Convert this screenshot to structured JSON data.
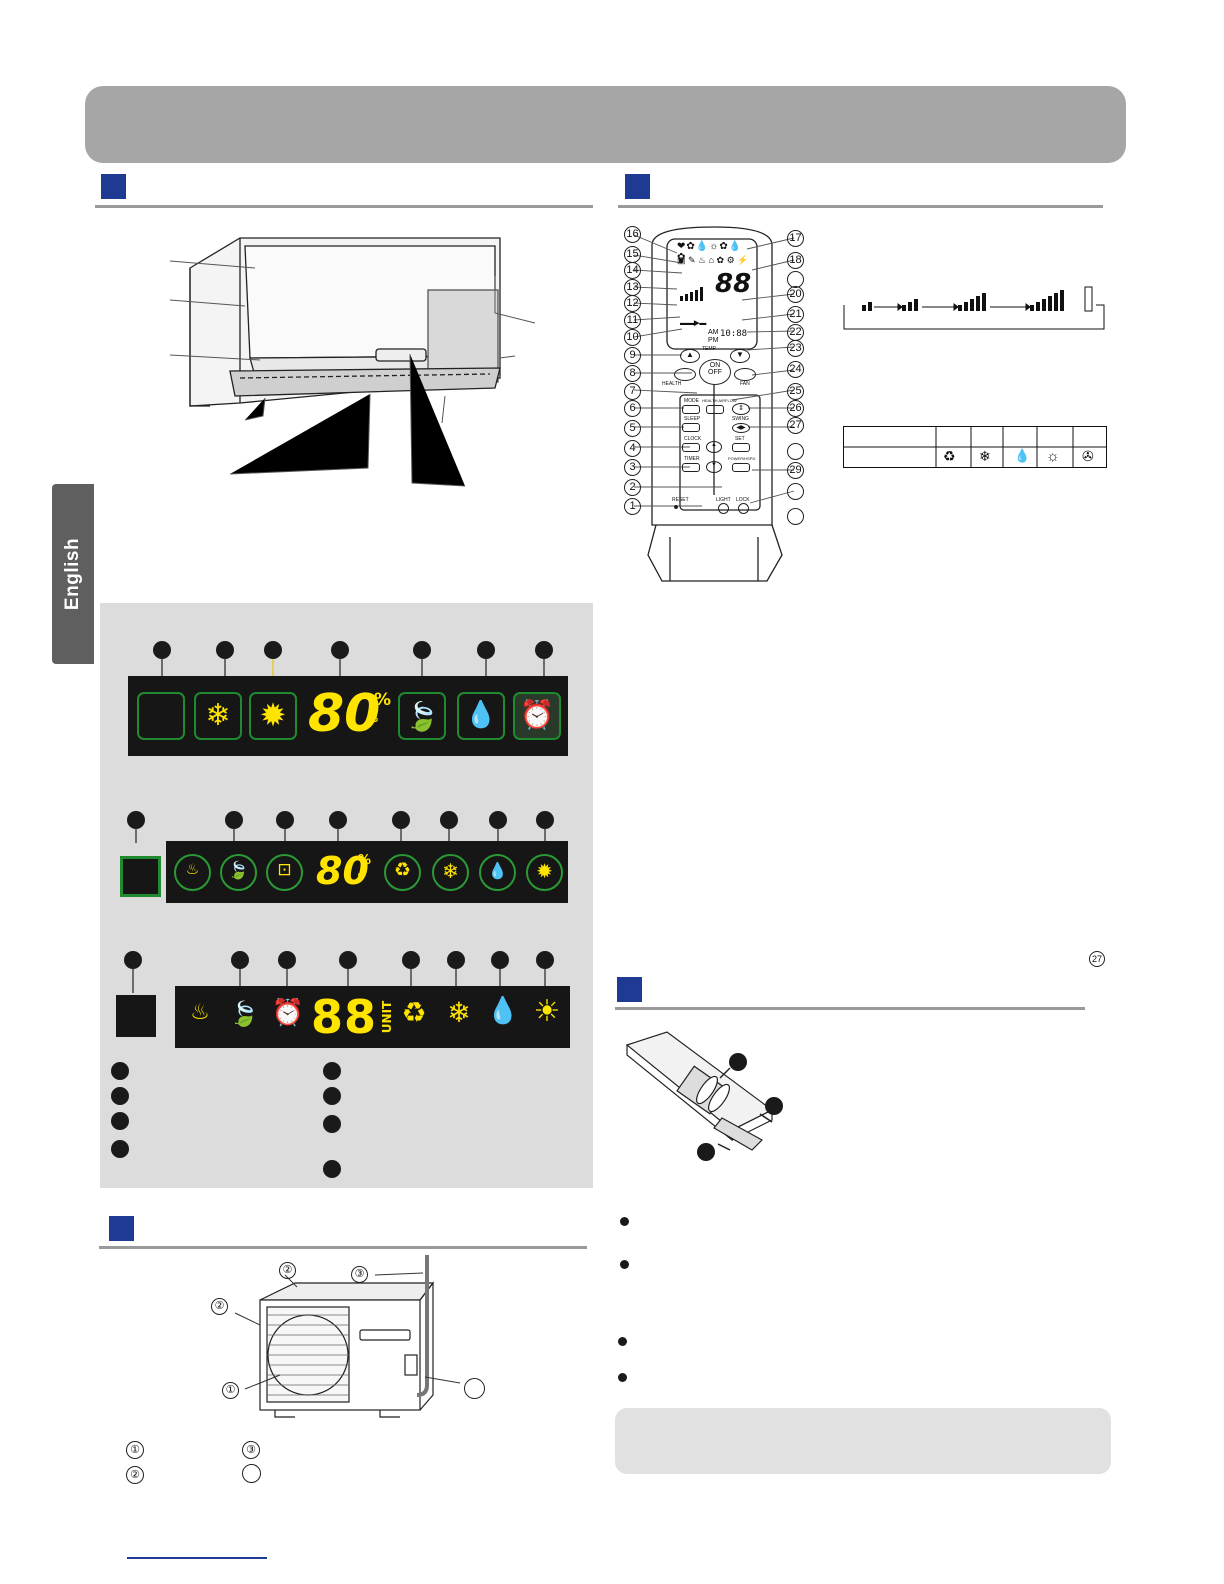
{
  "sidebar": {
    "language_tab": "English"
  },
  "display_panel_1": {
    "readout": "80",
    "percent_sign": "%",
    "degree_sign": "°"
  },
  "display_panel_2": {
    "readout": "80",
    "percent_sign": "%",
    "degree_sign": "°"
  },
  "display_panel_3": {
    "readout": "88",
    "unit_label": "UNIT"
  },
  "remote": {
    "lcd_digits": "88",
    "button_on": "ON",
    "button_off": "OFF",
    "label_temp": "TEMP",
    "label_health": "HEALTH",
    "label_fan": "FAN",
    "label_mode": "MODE",
    "label_health_airflow": "HEALTH AIRFLOW",
    "label_sleep": "SLEEP",
    "label_swing": "SWING",
    "label_clock": "CLOCK",
    "label_set": "SET",
    "label_timer": "TIMER",
    "label_powerful": "POWER/HSPD",
    "label_light": "LIGHT",
    "label_lock": "LOCK",
    "label_reset": "RESET",
    "clock_am": "AM",
    "clock_pm": "PM",
    "clock_digits": "10:88",
    "callouts_left": [
      "16",
      "15",
      "14",
      "13",
      "12",
      "11",
      "10",
      "9",
      "8",
      "7",
      "6",
      "5",
      "4",
      "3",
      "2",
      "1"
    ],
    "callouts_right": [
      "17",
      "18",
      "",
      "20",
      "21",
      "22",
      "23",
      "24",
      "25",
      "26",
      "27",
      "",
      "29",
      "",
      ""
    ]
  },
  "ref_27": "27",
  "outdoor_unit": {
    "callouts": [
      "②",
      "③",
      "②",
      "①"
    ],
    "legend": [
      "①",
      "③",
      "②"
    ]
  },
  "colors": {
    "banner": "#a6a6a6",
    "section_marker": "#1f3a93",
    "display_yellow": "#ffe400",
    "display_green": "#1f8a2e",
    "panel_area": "#dcdcdc"
  }
}
